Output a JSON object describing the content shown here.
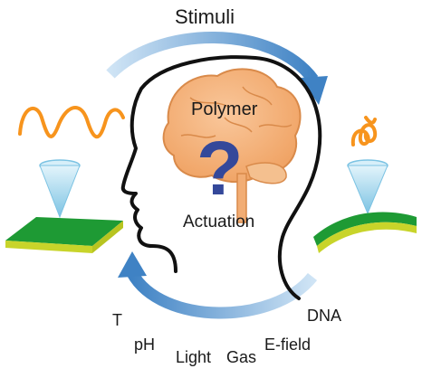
{
  "title": "Stimuli",
  "brain": {
    "top_label": "Polymer",
    "bottom_label": "Actuation",
    "question_mark": "?"
  },
  "stimuli": [
    "T",
    "pH",
    "Light",
    "Gas",
    "E-field",
    "DNA"
  ],
  "colors": {
    "arrow": "#4f8fc9",
    "brain": "#f2ad74",
    "brain_outline": "#d98a4a",
    "question_mark": "#34489a",
    "strand": "#f7941d",
    "tip": "#a8daf0",
    "substrate_top": "#1e9a34",
    "substrate_bottom": "#c8d42a",
    "head_outline": "#111111"
  },
  "icons": [
    "polymer-strand-icon",
    "afm-tip-icon",
    "substrate-icon",
    "head-profile-icon",
    "brain-icon",
    "cycle-arrow-icon"
  ]
}
